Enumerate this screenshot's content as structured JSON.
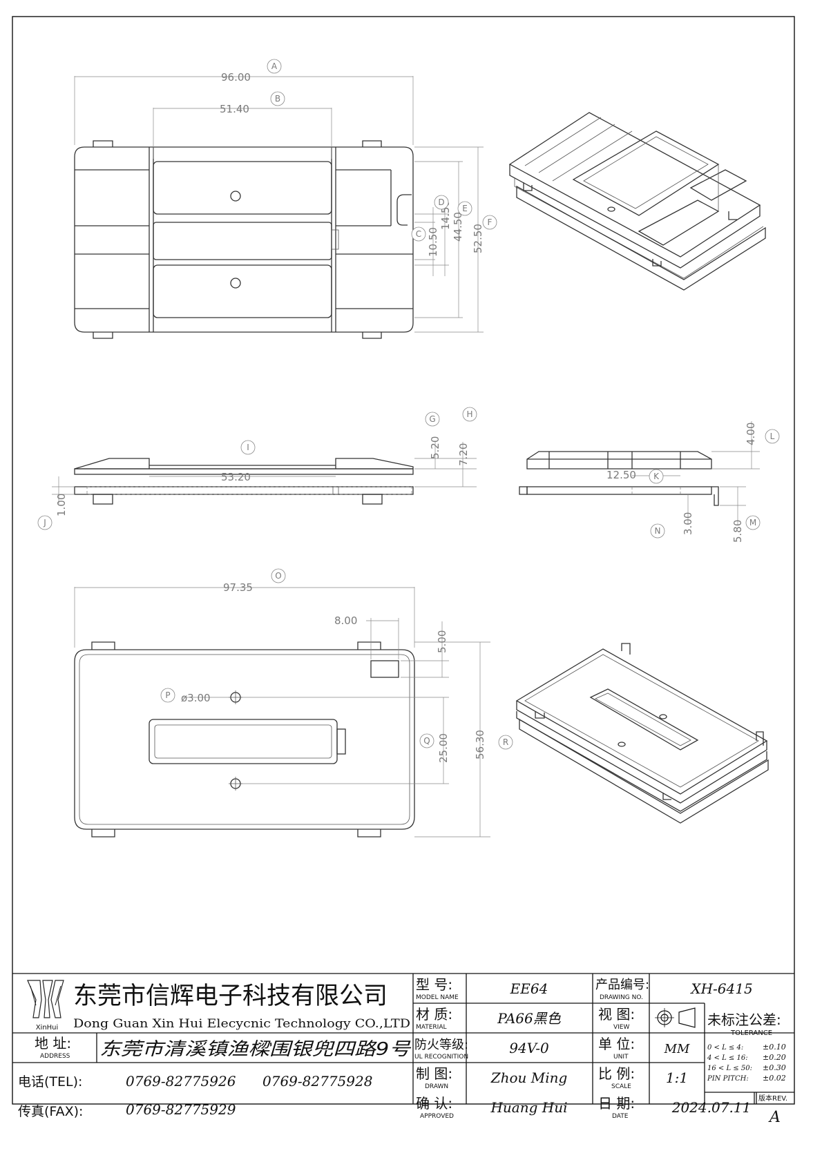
{
  "dimensions": [
    {
      "value": "96.00",
      "balloon": "A"
    },
    {
      "value": "51.40",
      "balloon": "B"
    },
    {
      "value": "10.50",
      "balloon": "C"
    },
    {
      "value": "14.50",
      "balloon": "D"
    },
    {
      "value": "44.50",
      "balloon": "E"
    },
    {
      "value": "52.50",
      "balloon": "F"
    },
    {
      "value": "5.20",
      "balloon": "G"
    },
    {
      "value": "7.20",
      "balloon": "H"
    },
    {
      "value": "53.20",
      "balloon": "I"
    },
    {
      "value": "1.00",
      "balloon": "J"
    },
    {
      "value": "12.50",
      "balloon": "K"
    },
    {
      "value": "4.00",
      "balloon": "L"
    },
    {
      "value": "5.80",
      "balloon": "M"
    },
    {
      "value": "3.00",
      "balloon": "N"
    },
    {
      "value": "97.35",
      "balloon": "O"
    },
    {
      "value": "8.00",
      "balloon": ""
    },
    {
      "value": "5.00",
      "balloon": ""
    },
    {
      "value": "ø3.00",
      "balloon": "P"
    },
    {
      "value": "25.00",
      "balloon": "Q"
    },
    {
      "value": "56.30",
      "balloon": "R"
    }
  ],
  "titleblock": {
    "logo_text": "XinHui",
    "company_cn": "东莞市信辉电子科技有限公司",
    "company_en": "Dong Guan Xin Hui Elecycnic Technology CO.,LTD",
    "address_label_cn": "地 址:",
    "address_label_en": "ADDRESS",
    "address": "东莞市清溪镇渔樑围银兜四路9号",
    "tel_label": "电话(TEL):",
    "tel_1": "0769-82775926",
    "tel_2": "0769-82775928",
    "fax_label": "传真(FAX):",
    "fax": "0769-82775929",
    "model_label_cn": "型 号:",
    "model_label_en": "MODEL NAME",
    "model": "EE64",
    "material_label_cn": "材 质:",
    "material_label_en": "MATERIAL",
    "material": "PA66黑色",
    "ul_label_cn": "防火等级:",
    "ul_label_en": "UL RECOGNITION",
    "ul": "94V-0",
    "drawn_label_cn": "制 图:",
    "drawn_label_en": "DRAWN",
    "drawn": "Zhou Ming",
    "approved_label_cn": "确 认:",
    "approved_label_en": "APPROVED",
    "approved": "Huang Hui",
    "drawing_no_label_cn": "产品编号:",
    "drawing_no_label_en": "DRAWING NO.",
    "drawing_no": "XH-6415",
    "view_label_cn": "视 图:",
    "view_label_en": "VIEW",
    "unit_label_cn": "单 位:",
    "unit_label_en": "UNIT",
    "unit": "MM",
    "scale_label_cn": "比 例:",
    "scale_label_en": "SCALE",
    "scale": "1:1",
    "date_label_cn": "日 期:",
    "date_label_en": "DATE",
    "date": "2024.07.11",
    "tolerance_label_cn": "未标注公差:",
    "tolerance_label_en": "TOLERANCE",
    "tolerance_rows": [
      {
        "range": "0 < L ≤ 4:",
        "value": "±0.10"
      },
      {
        "range": "4 < L ≤ 16:",
        "value": "±0.20"
      },
      {
        "range": "16 < L ≤ 50:",
        "value": "±0.30"
      },
      {
        "range": "PIN PITCH:",
        "value": "±0.02"
      }
    ],
    "rev_label": "版本REV.",
    "rev": "A"
  }
}
